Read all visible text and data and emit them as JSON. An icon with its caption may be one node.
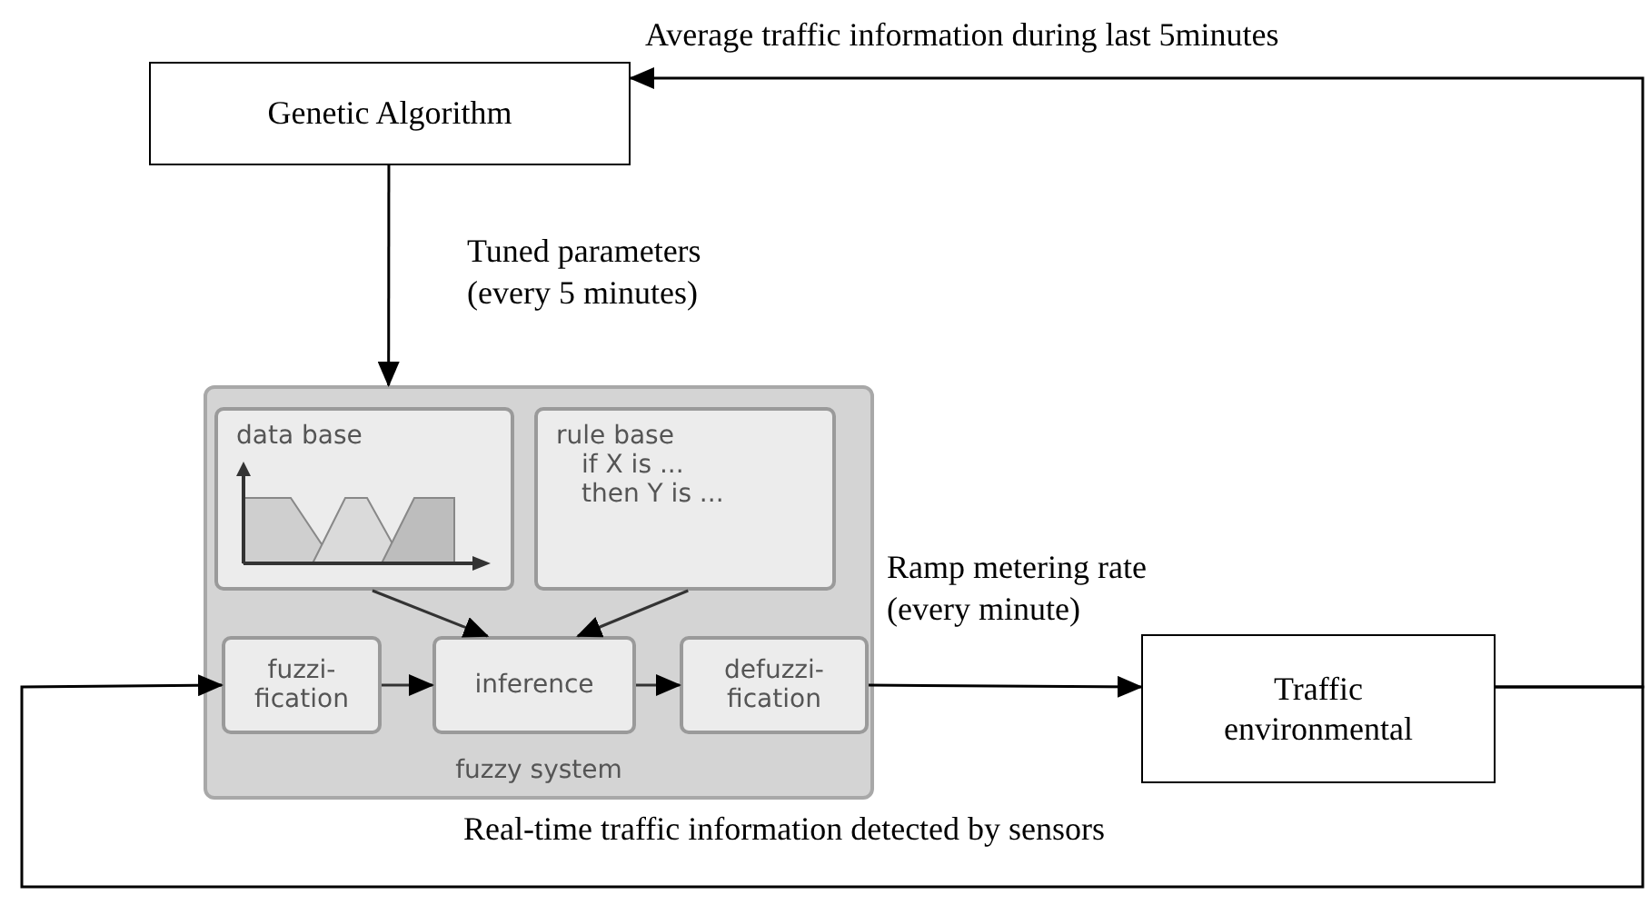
{
  "diagram": {
    "nodes": [
      {
        "text": [
          "Genetic Algorithm"
        ]
      },
      {
        "text": [
          "fuzzy system"
        ]
      },
      {
        "text": [
          "data base"
        ],
        "in": 1
      },
      {
        "text": [
          "rule base",
          "if X is ...",
          "then Y is ..."
        ],
        "in": 1
      },
      {
        "text": [
          "fuzzi-fication"
        ],
        "in": 1
      },
      {
        "text": [
          "inference"
        ],
        "in": 1
      },
      {
        "text": [
          "defuzzi-fication"
        ],
        "in": 1
      },
      {
        "text": [
          "Traffic environmental"
        ]
      }
    ],
    "edges": [
      {
        "from": 7,
        "to": 0,
        "arrow": "to",
        "label": "Average traffic information during last 5minutes"
      },
      {
        "from": 0,
        "to": 1,
        "arrow": "to",
        "label": "Tuned parameters (every 5 minutes)"
      },
      {
        "from": 2,
        "to": 5,
        "arrow": "to"
      },
      {
        "from": 3,
        "to": 5,
        "arrow": "to"
      },
      {
        "from": 4,
        "to": 5,
        "arrow": "to"
      },
      {
        "from": 5,
        "to": 6,
        "arrow": "to"
      },
      {
        "from": 6,
        "to": 7,
        "arrow": "to",
        "label": "Ramp metering rate (every minute)"
      },
      {
        "from": 7,
        "to": 4,
        "arrow": "to",
        "label": "Real-time traffic information detected by sensors"
      }
    ]
  }
}
